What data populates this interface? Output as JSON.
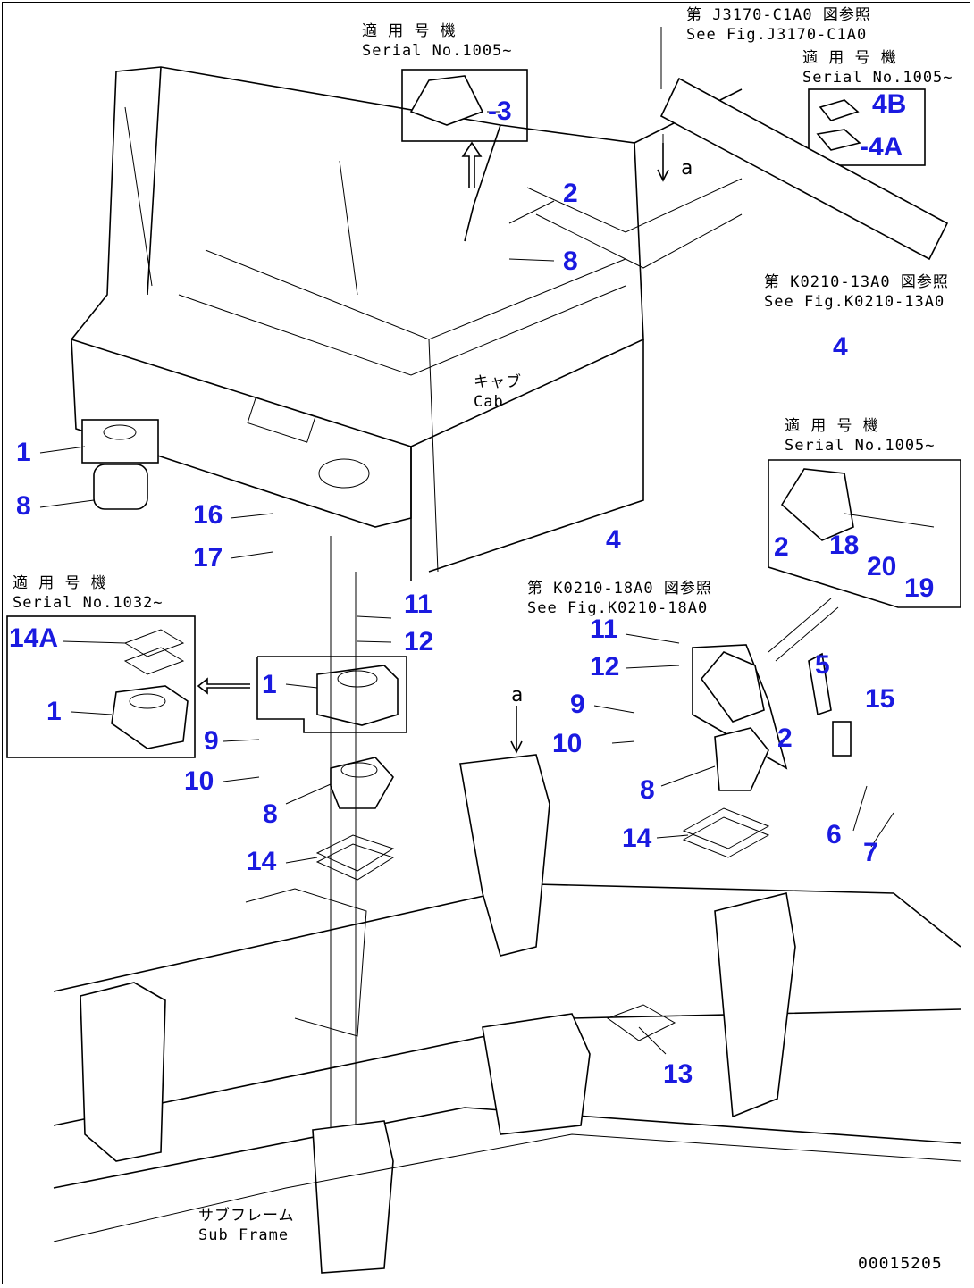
{
  "callouts": {
    "c1a": "1",
    "c8a": "8",
    "c16": "16",
    "c17": "17",
    "c14A": "14A",
    "c1b": "1",
    "c1c": "1",
    "c11a": "11",
    "c12a": "12",
    "c9a": "9",
    "c10a": "10",
    "c8b": "8",
    "c14a": "14",
    "c3": "-3",
    "c2a": "2",
    "c8c": "8",
    "c4B": "4B",
    "c4A": "-4A",
    "c4a": "4",
    "c4b": "4",
    "c2b": "2",
    "c18": "18",
    "c20": "20",
    "c19": "19",
    "c11b": "11",
    "c12b": "12",
    "c9b": "9",
    "c10b": "10",
    "c2c": "2",
    "c5": "5",
    "c15": "15",
    "c8d": "8",
    "c14b": "14",
    "c6": "6",
    "c7": "7",
    "c13": "13"
  },
  "notes": {
    "serial_top": "適 用 号 機\nSerial No.1005~",
    "ref_j3170": "第 J3170-C1A0 図参照\nSee Fig.J3170-C1A0",
    "serial_right_top": "適 用 号 機\nSerial No.1005~",
    "ref_k0210_13": "第 K0210-13A0 図参照\nSee Fig.K0210-13A0",
    "serial_right_mid": "適 用 号 機\nSerial No.1005~",
    "serial_left": "適 用 号 機\nSerial No.1032~",
    "ref_k0210_18": "第 K0210-18A0 図参照\nSee Fig.K0210-18A0",
    "cab": "キャブ\nCab",
    "subframe": "サブフレーム\nSub Frame",
    "arrow_a_upper": "a",
    "arrow_a_lower": "a"
  },
  "drawing_number": "00015205"
}
